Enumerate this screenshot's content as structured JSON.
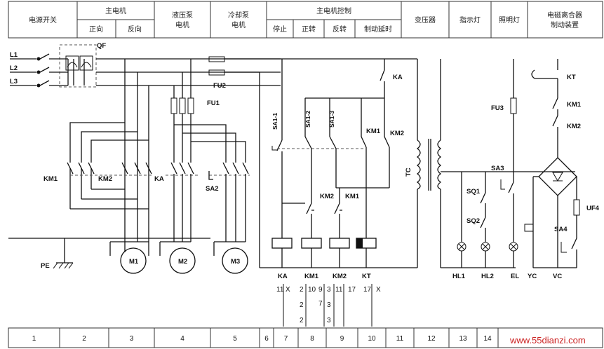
{
  "header": {
    "power_switch": "电源开关",
    "main_motor": "主电机",
    "forward": "正向",
    "reverse": "反向",
    "hydraulic_pump": [
      "液压泵",
      "电机"
    ],
    "cooling_pump": [
      "冷却泵",
      "电机"
    ],
    "main_motor_control": "主电机控制",
    "stop": "停止",
    "forward_rot": "正转",
    "reverse_rot": "反转",
    "brake_delay": "制动延时",
    "transformer": "变压器",
    "indicator": "指示灯",
    "lighting": "照明灯",
    "clutch": [
      "电磁离合器",
      "制动装置"
    ]
  },
  "labels": {
    "l1": "L1",
    "l2": "L2",
    "l3": "L3",
    "qf": "QF",
    "pe": "PE",
    "fu1": "FU1",
    "fu2": "FU2",
    "fu3": "FU3",
    "uf4": "UF4",
    "km1_main": "KM1",
    "km2_main": "KM2",
    "ka_main": "KA",
    "sa2": "SA2",
    "m1": "M1",
    "m2": "M2",
    "m3": "M3",
    "sa1_1": "SA1-1",
    "sa1_2": "SA1-2",
    "sa1_3": "SA1-3",
    "ka_top": "KA",
    "km1_ctrl": "KM1",
    "km2_ctrl": "KM2",
    "km2_inter": "KM2",
    "km1_inter": "KM1",
    "coil_ka": "KA",
    "coil_km1": "KM1",
    "coil_km2": "KM2",
    "coil_kt": "KT",
    "tc": "TC",
    "sa3": "SA3",
    "sq1": "SQ1",
    "sq2": "SQ2",
    "hl1": "HL1",
    "hl2": "HL2",
    "el": "EL",
    "yc": "YC",
    "vc": "VC",
    "kt_top": "KT",
    "km1_right": "KM1",
    "km2_right": "KM2",
    "sa4": "SA4"
  },
  "cross_ref": {
    "col_ka": [
      "11",
      "X"
    ],
    "col_km1": [
      "2",
      "10",
      "9",
      "3",
      "7",
      "3",
      "2",
      "2"
    ],
    "col_km2": [
      "11",
      "17"
    ],
    "col_kt": [
      "17",
      "X"
    ]
  },
  "footer_cells": [
    "1",
    "2",
    "3",
    "4",
    "5",
    "6",
    "7",
    "8",
    "9",
    "10",
    "11",
    "12",
    "13",
    "14"
  ],
  "watermark": "www.55dianzi.com"
}
